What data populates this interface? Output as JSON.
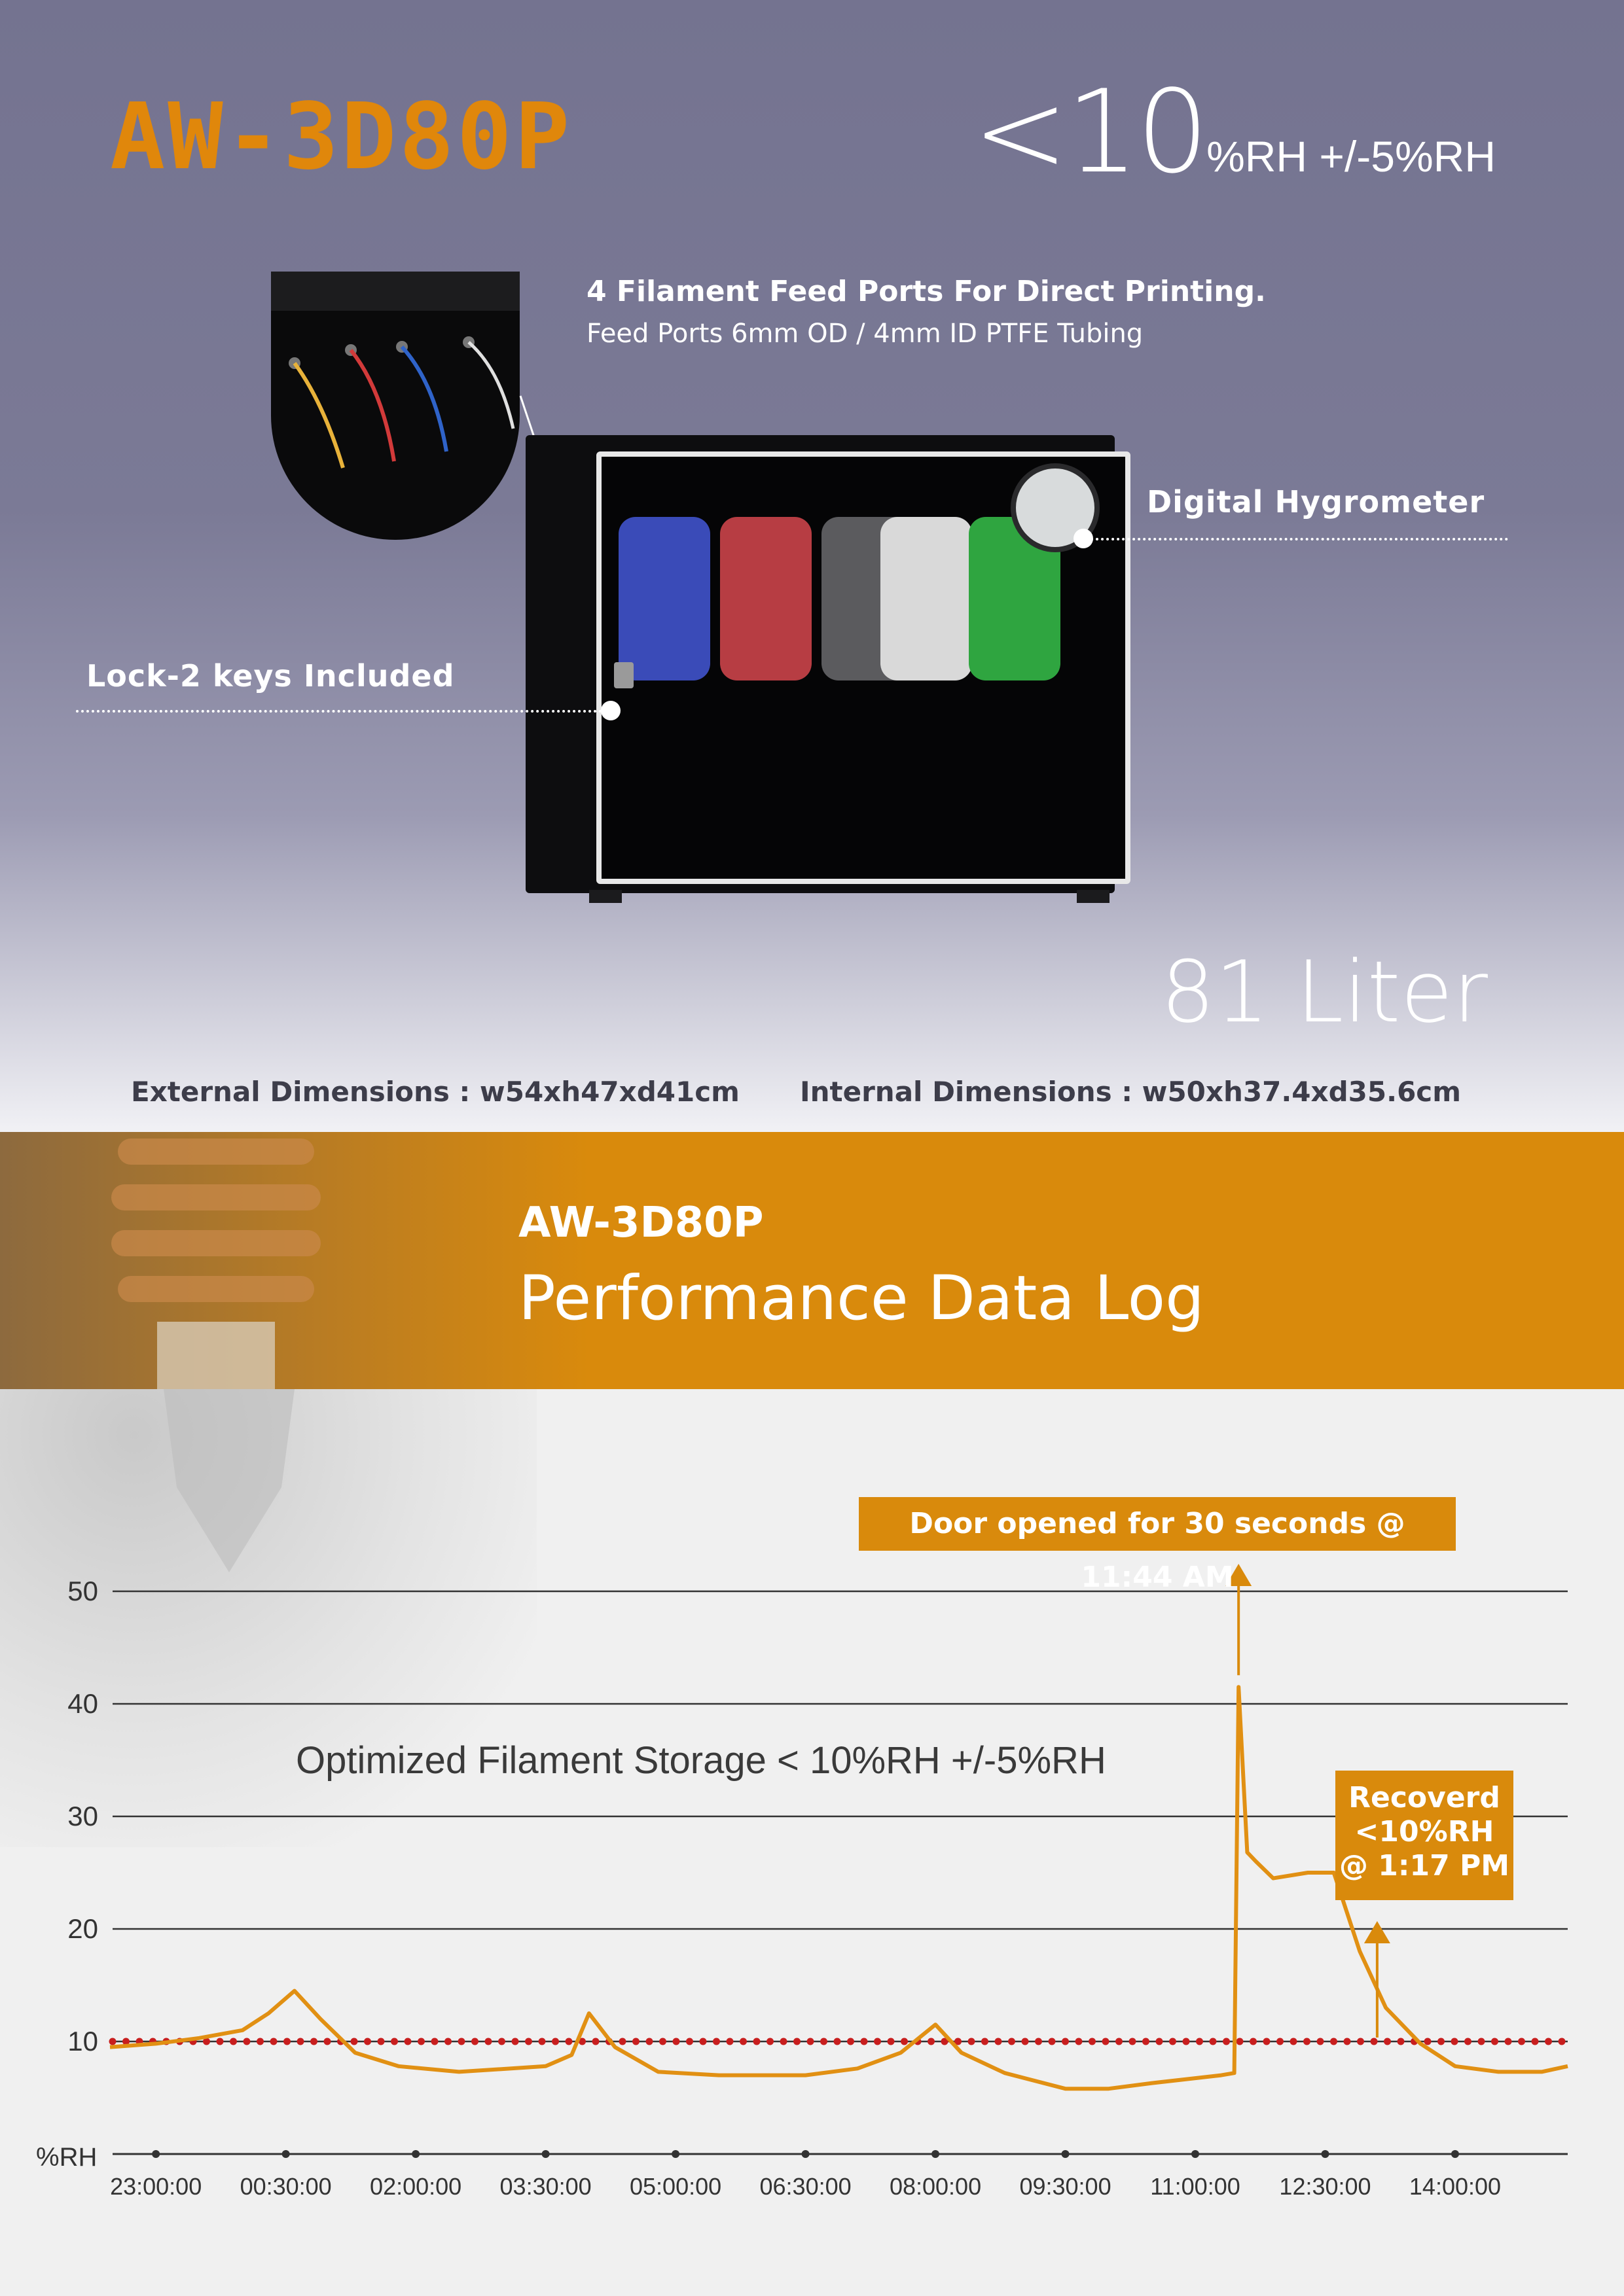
{
  "header": {
    "model": "AW-3D80P",
    "rh_big": "<10",
    "rh_small": "%RH +/-5%RH",
    "feed_title": "4 Filament Feed Ports For Direct Printing.",
    "feed_sub": "Feed Ports 6mm OD / 4mm ID PTFE Tubing",
    "label_hygrometer": "Digital Hygrometer",
    "label_lock": "Lock-2 keys Included",
    "capacity": "81 Liter",
    "external_dims": "External Dimensions : w54xh47xd41cm",
    "internal_dims": "Internal Dimensions : w50xh37.4xd35.6cm"
  },
  "banner": {
    "model": "AW-3D80P",
    "subtitle": "Performance Data Log"
  },
  "colors": {
    "accent": "#d98a0c",
    "line": "#e19013",
    "target": "#c81e1e",
    "top_bg": "#747390"
  },
  "chart_data": {
    "type": "line",
    "title": "",
    "subtitle": "Optimized  Filament  Storage < 10%RH +/-5%RH",
    "ylabel": "%RH",
    "xlabel": "",
    "ylim": [
      0,
      50
    ],
    "yticks": [
      10,
      20,
      30,
      40,
      50
    ],
    "xlim": [
      -0.5,
      16.3
    ],
    "xtick_positions": [
      0,
      1.5,
      3,
      4.5,
      6,
      7.5,
      9,
      10.5,
      12,
      13.5,
      15
    ],
    "xtick_labels": [
      "23:00:00",
      "00:30:00",
      "02:00:00",
      "03:30:00",
      "05:00:00",
      "06:30:00",
      "08:00:00",
      "09:30:00",
      "11:00:00",
      "12:30:00",
      "14:00:00"
    ],
    "grid": true,
    "target_line": 10,
    "series": [
      {
        "x": [
          -0.7,
          0.0,
          0.5,
          1.0,
          1.3,
          1.6,
          1.9,
          2.3,
          2.8,
          3.5,
          4.5,
          4.8,
          5.0,
          5.3,
          5.8,
          6.5,
          7.5,
          8.1,
          8.6,
          9.0,
          9.3,
          9.8,
          10.5,
          11.0,
          11.5,
          12.3,
          12.45,
          12.5,
          12.6,
          12.7,
          12.9,
          13.3,
          13.6,
          13.9,
          14.2,
          14.6,
          15.0,
          15.5,
          16.0,
          16.3
        ],
        "y": [
          9.5,
          9.8,
          10.3,
          11.0,
          12.5,
          14.5,
          12.0,
          9.0,
          7.8,
          7.3,
          7.8,
          8.8,
          12.5,
          9.5,
          7.3,
          7.0,
          7.0,
          7.6,
          9.0,
          11.5,
          9.0,
          7.2,
          5.8,
          5.8,
          6.3,
          7.0,
          7.2,
          41.5,
          26.8,
          26.0,
          24.5,
          25.0,
          25.0,
          18.0,
          13.0,
          9.8,
          7.8,
          7.3,
          7.3,
          7.8
        ]
      }
    ],
    "annotations": [
      {
        "text": "Door  opened for 30 seconds @ 11:44 AM",
        "x": 12.5,
        "y": 41.5
      },
      {
        "text_lines": [
          "Recoverd",
          "<10%RH",
          "@ 1:17 PM"
        ],
        "x": 14.1,
        "y": 10
      }
    ]
  }
}
